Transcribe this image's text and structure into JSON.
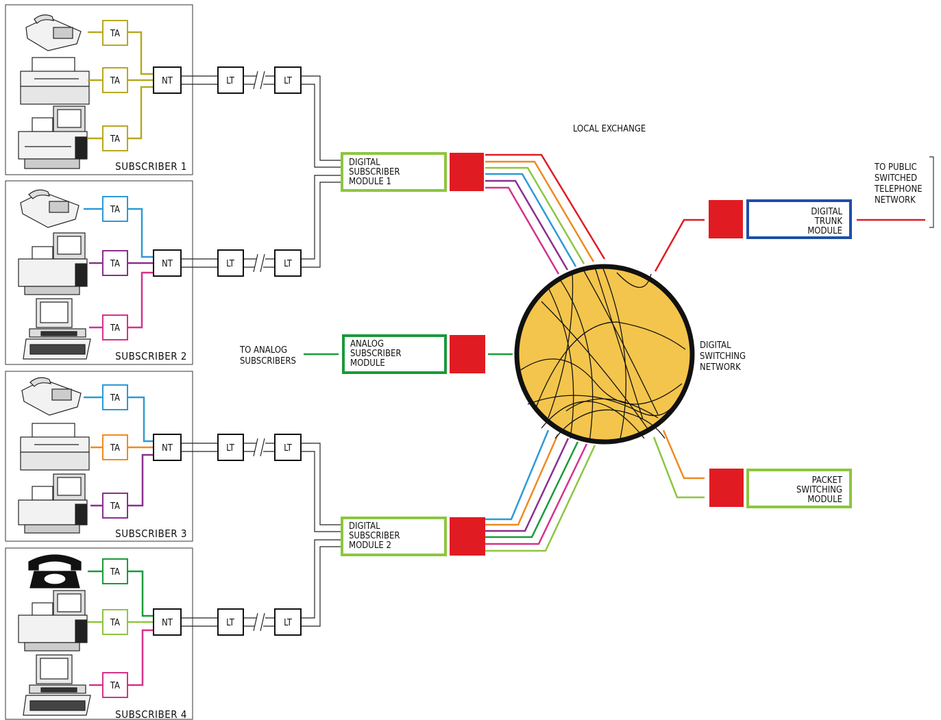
{
  "title": "LOCAL EXCHANGE",
  "subscribers": [
    {
      "label": "SUBSCRIBER 1",
      "ta": [
        "TA",
        "TA",
        "TA"
      ],
      "nt": "NT",
      "lt": [
        "LT",
        "LT"
      ]
    },
    {
      "label": "SUBSCRIBER 2",
      "ta": [
        "TA",
        "TA",
        "TA"
      ],
      "nt": "NT",
      "lt": [
        "LT",
        "LT"
      ]
    },
    {
      "label": "SUBSCRIBER 3",
      "ta": [
        "TA",
        "TA",
        "TA"
      ],
      "nt": "NT",
      "lt": [
        "LT",
        "LT"
      ]
    },
    {
      "label": "SUBSCRIBER 4",
      "ta": [
        "TA",
        "TA",
        "TA"
      ],
      "nt": "NT",
      "lt": [
        "LT",
        "LT"
      ]
    }
  ],
  "modules": {
    "dsm1": [
      "DIGITAL",
      "SUBSCRIBER",
      "MODULE 1"
    ],
    "asm": [
      "ANALOG",
      "SUBSCRIBER",
      "MODULE"
    ],
    "dsm2": [
      "DIGITAL",
      "SUBSCRIBER",
      "MODULE 2"
    ],
    "dtm": [
      "DIGITAL",
      "TRUNK",
      "MODULE"
    ],
    "psm": [
      "PACKET",
      "SWITCHING",
      "MODULE"
    ]
  },
  "analog_label": [
    "TO ANALOG",
    "SUBSCRIBERS"
  ],
  "network_label": [
    "DIGITAL",
    "SWITCHING",
    "NETWORK"
  ],
  "pstn_label": [
    "TO PUBLIC",
    "SWITCHED",
    "TELEPHONE",
    "NETWORK"
  ],
  "colors": {
    "olive": "#b8a81e",
    "blue": "#2b9ad6",
    "purple": "#8a2f8e",
    "magenta": "#d4318a",
    "orange": "#ef8a1f",
    "green": "#1a9a3a",
    "lightgreen": "#8cc63f",
    "red": "#e11b22",
    "navy": "#1f4fa8",
    "yellow": "#f4c54c"
  }
}
